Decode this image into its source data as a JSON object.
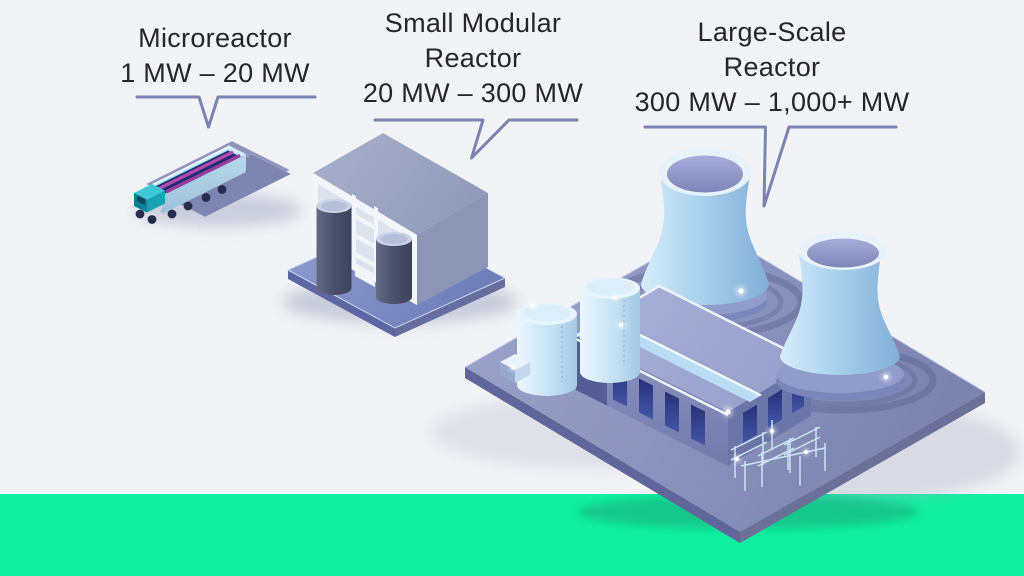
{
  "theme": {
    "background": "#f2f3f6",
    "band_green": "#10efa0",
    "callout_line": "#7b84b0",
    "text": "#26262a"
  },
  "reactors": [
    {
      "id": "microreactor",
      "title_lines": [
        "Microreactor"
      ],
      "power_range": "1 MW – 20 MW",
      "icon": "truck-microreactor-icon"
    },
    {
      "id": "small-modular-reactor",
      "title_lines": [
        "Small Modular",
        "Reactor"
      ],
      "power_range": "20 MW – 300 MW",
      "icon": "smr-building-icon"
    },
    {
      "id": "large-scale-reactor",
      "title_lines": [
        "Large-Scale",
        "Reactor"
      ],
      "power_range": "300 MW – 1,000+ MW",
      "icon": "nuclear-plant-icon"
    }
  ]
}
